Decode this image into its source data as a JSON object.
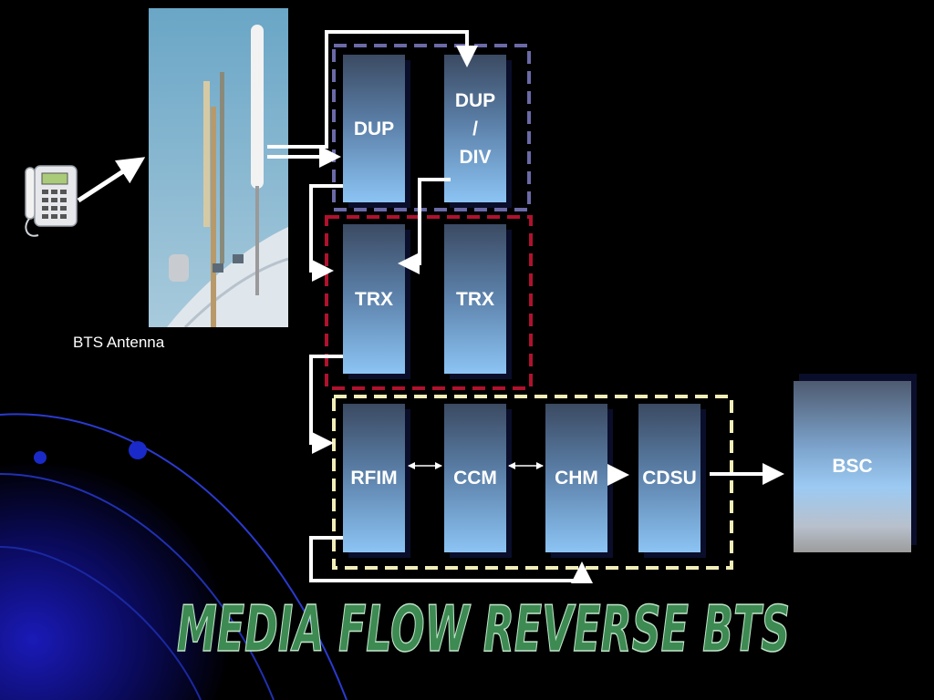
{
  "slide": {
    "title": "MEDIA FLOW REVERSE BTS",
    "caption": "BTS Antenna"
  },
  "blocks": {
    "dup": "DUP",
    "dup_div_line1": "DUP",
    "dup_div_line2": "/",
    "dup_div_line3": "DIV",
    "trx1": "TRX",
    "trx2": "TRX",
    "rfim": "RFIM",
    "ccm": "CCM",
    "chm": "CHM",
    "cdsu": "CDSU",
    "bsc": "BSC"
  },
  "colors": {
    "background": "#000000",
    "group_duplexer_border": "#6a6aa8",
    "group_trx_border": "#b0122e",
    "group_digital_border": "#f2eeb8",
    "arrow": "#ffffff",
    "title_fill": "#3d8a52"
  },
  "icons": [
    "telephone-icon",
    "antenna-photo"
  ]
}
